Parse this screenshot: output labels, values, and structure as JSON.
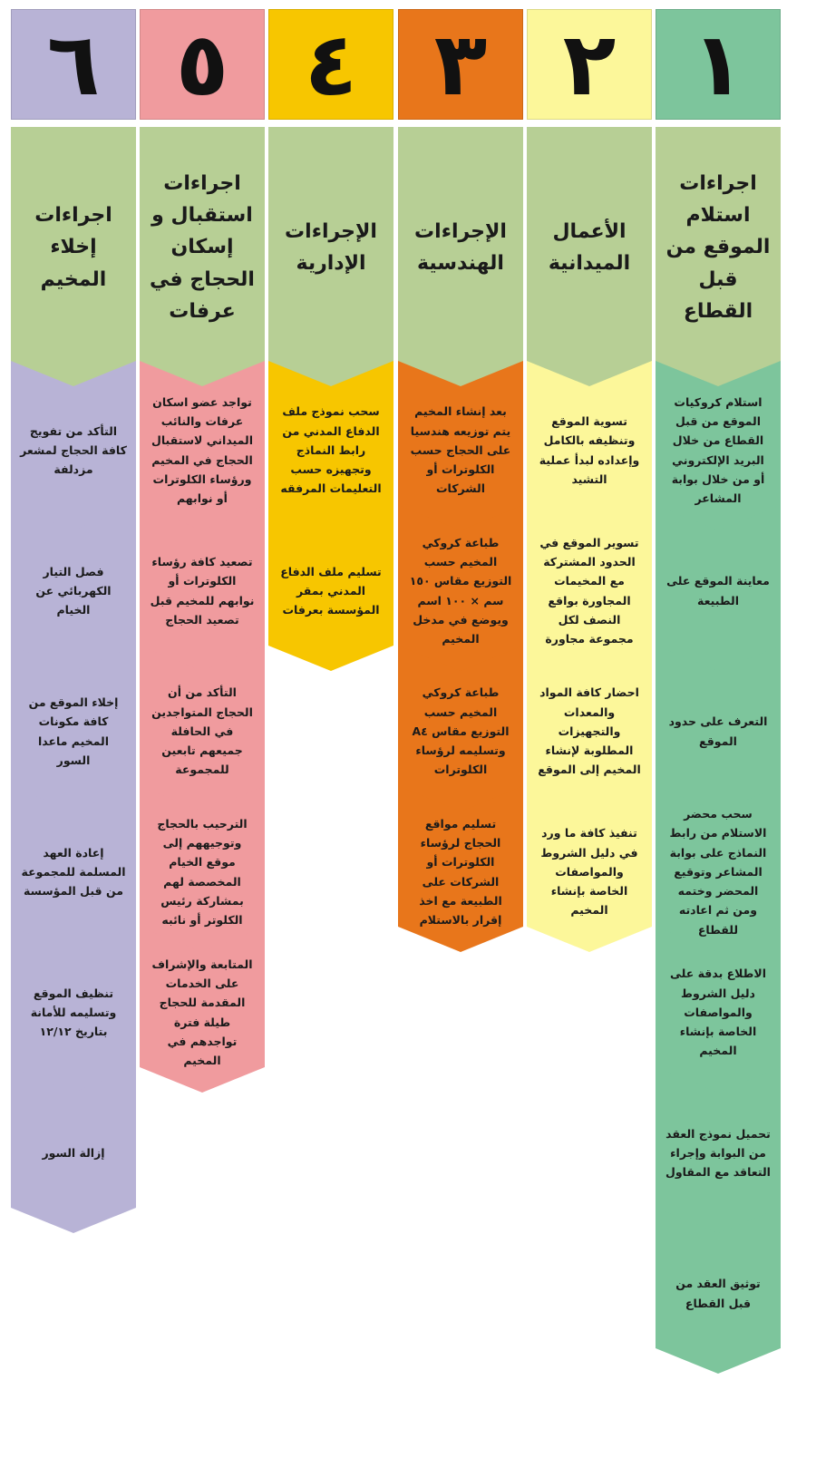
{
  "columns": [
    {
      "number": "١",
      "title": "اجراءات استلام الموقع من قبل القطاع",
      "colors": {
        "number": "#7dc59c",
        "header": "#b7cf95",
        "steps": "#7dc59c"
      },
      "steps": [
        "استلام كروكيات الموقع من قبل القطاع من خلال البريد الإلكتروني أو من خلال بوابة المشاعر",
        "معاينة الموقع على الطبيعة",
        "التعرف على حدود الموقع",
        "سحب محضر الاستلام من رابط النماذج على بوابة المشاعر وتوقيع المحضر وختمه ومن ثم اعادته للقطاع",
        "الاطلاع بدقة على دليل الشروط والمواصفات الخاصة بإنشاء المخيم",
        "تحميل نموذج العقد من البوابة وإجراء التعاقد مع المقاول",
        "توثيق العقد من قبل القطاع"
      ]
    },
    {
      "number": "٢",
      "title": "الأعمال الميدانية",
      "colors": {
        "number": "#fcf79a",
        "header": "#b7cf95",
        "steps": "#fcf79a"
      },
      "steps": [
        "تسوية الموقع وتنظيفه بالكامل وإعداده لبدأ عملية التشيد",
        "تسوير الموقع في الحدود المشتركة مع المخيمات المجاورة بواقع النصف لكل مجموعة مجاورة",
        "احضار كافة المواد والمعدات والتجهيزات المطلوبة لإنشاء المخيم إلى الموقع",
        "تنفيذ كافة ما ورد في دليل الشروط والمواصفات الخاصة بإنشاء المخيم"
      ]
    },
    {
      "number": "٣",
      "title": "الإجراءات الهندسية",
      "colors": {
        "number": "#e8761b",
        "header": "#b7cf95",
        "steps": "#e8761b"
      },
      "steps": [
        "بعد إنشاء المخيم يتم توزيعه هندسيا على الحجاج حسب الكلوترات أو الشركات",
        "طباعة كروكي المخيم حسب التوزيع مقاس ١٥٠ سم × ١٠٠ اسم ويوضع في مدخل المخيم",
        "طباعة كروكي المخيم حسب التوزيع مقاس A٤ وتسليمه لرؤساء الكلوترات",
        "تسليم مواقع الحجاج لرؤساء الكلوترات أو الشركات على الطبيعة مع اخذ إقرار بالاستلام"
      ]
    },
    {
      "number": "٤",
      "title": "الإجراءات الإدارية",
      "colors": {
        "number": "#f7c600",
        "header": "#b7cf95",
        "steps": "#f7c600"
      },
      "steps": [
        "سحب نموذج ملف الدفاع المدني من رابط النماذج وتجهيزه حسب التعليمات المرفقه",
        "تسليم ملف الدفاع المدني بمقر المؤسسة بعرفات"
      ]
    },
    {
      "number": "٥",
      "title": "اجراءات استقبال و إسكان الحجاج في عرفات",
      "colors": {
        "number": "#f09b9e",
        "header": "#b7cf95",
        "steps": "#f09b9e"
      },
      "steps": [
        "تواجد عضو اسكان عرفات والنائب الميداني لاستقبال الحجاج في المخيم ورؤساء الكلوترات أو نوابهم",
        "تصعيد كافة رؤساء الكلوترات أو نوابهم للمخيم قبل تصعيد الحجاج",
        "التأكد من أن الحجاج المتواجدين في الحافلة جميعهم تابعين للمجموعة",
        "الترحيب بالحجاج وتوجيههم إلى موقع الخيام المخصصة لهم بمشاركة رئيس الكلوتر أو نائبه",
        "المتابعة والإشراف على الخدمات المقدمة للحجاج طيلة فترة تواجدهم في المخيم"
      ]
    },
    {
      "number": "٦",
      "title": "اجراءات إخلاء المخيم",
      "colors": {
        "number": "#b8b3d6",
        "header": "#b7cf95",
        "steps": "#b8b3d6"
      },
      "steps": [
        "التأكد من تفويج كافة الحجاج لمشعر مزدلفة",
        "فصل التيار الكهربائي عن الخيام",
        "إخلاء الموقع من كافة مكونات المخيم ماعدا السور",
        "إعادة العهد المسلمة للمجموعة من قبل المؤسسة",
        "تنظيف الموقع وتسليمه للأمانة بتاريخ ١٢/١٢",
        "إزالة السور"
      ]
    }
  ]
}
